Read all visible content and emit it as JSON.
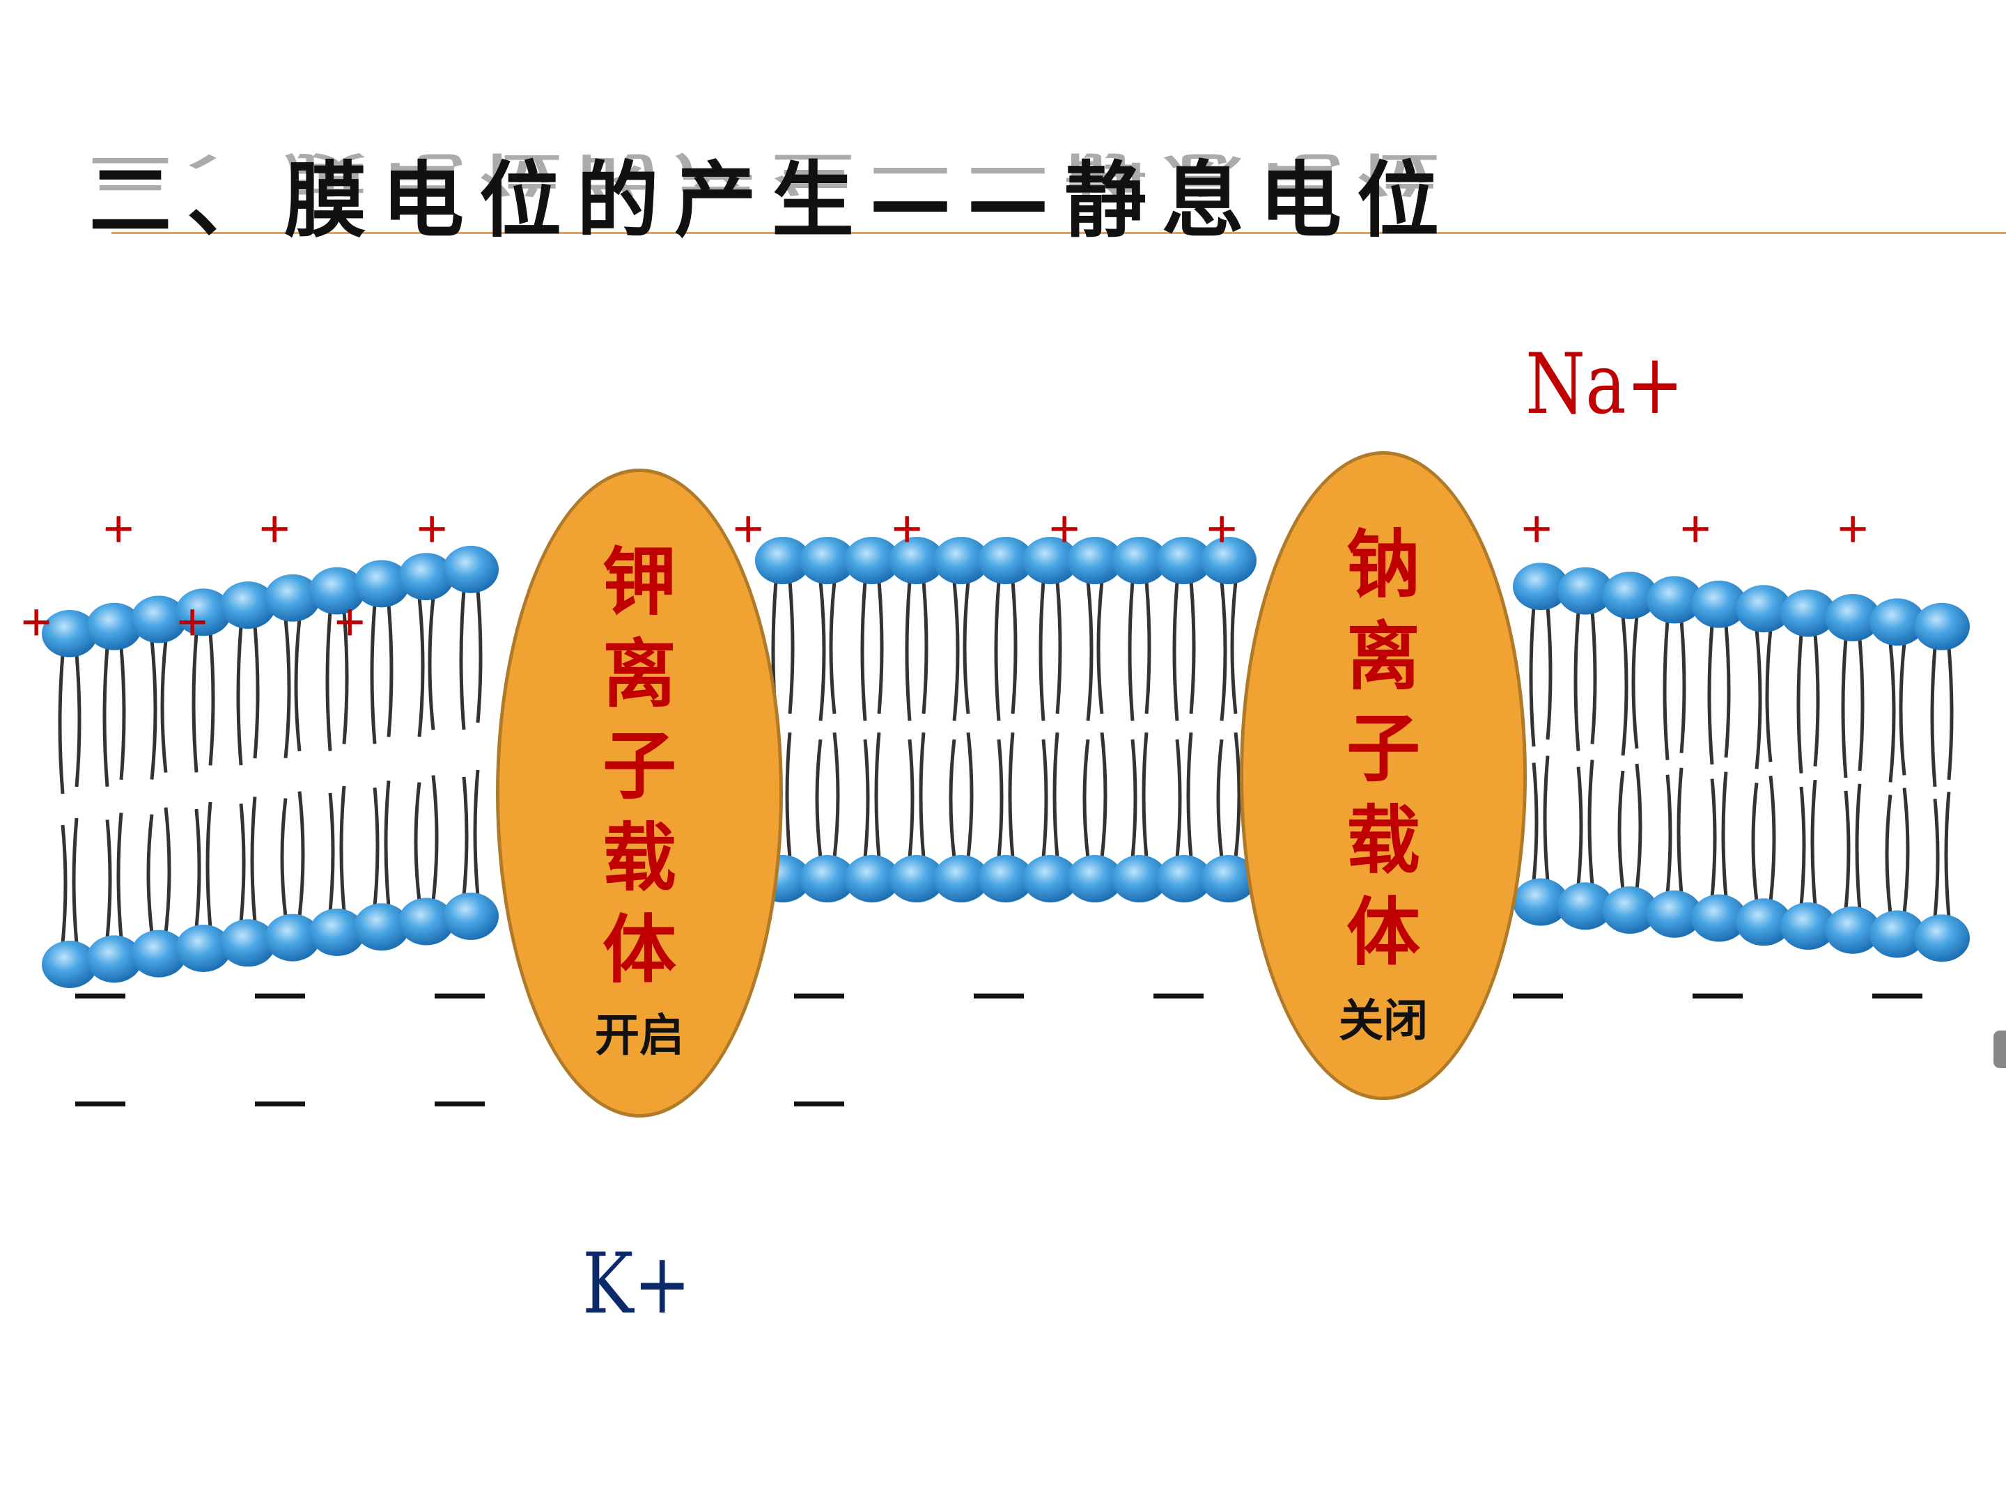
{
  "title": "二、膜电位的产生——静息电位",
  "ions": {
    "na": {
      "label": "Na+",
      "color": "#c00000"
    },
    "k": {
      "label": "K+",
      "color": "#0b2a6b"
    }
  },
  "carriers": {
    "potassium": {
      "chars": [
        "钾",
        "离",
        "子",
        "载",
        "体"
      ],
      "state": "开启"
    },
    "sodium": {
      "chars": [
        "钠",
        "离",
        "子",
        "载",
        "体"
      ],
      "state": "关闭"
    }
  },
  "signs": {
    "plus": "+",
    "minus": "—"
  },
  "colors": {
    "title": "#111111",
    "accent_line": "#e8a04a",
    "carrier_fill": "#f0a332",
    "carrier_border": "#b07a28",
    "carrier_text": "#c00000",
    "phospholipid_head": "#3a9ad9",
    "phospholipid_tail": "#333333",
    "positive_charge": "#c00000",
    "negative_charge": "#111111"
  }
}
